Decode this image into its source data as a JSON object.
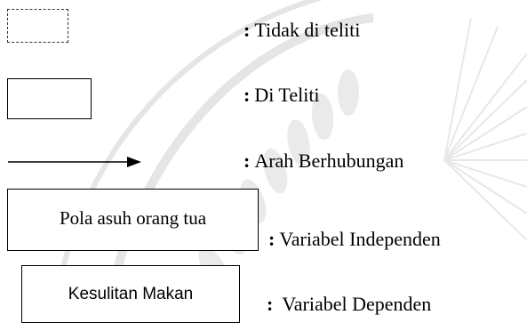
{
  "legend": {
    "not_examined": {
      "colon": ":",
      "text": "Tidak di teliti"
    },
    "examined": {
      "colon": ":",
      "text": "Di Teliti"
    },
    "relationship": {
      "colon": ":",
      "text": "Arah Berhubungan"
    },
    "independent": {
      "box_label": "Pola asuh orang tua",
      "colon": ":",
      "text": "Variabel Independen"
    },
    "dependent": {
      "box_label": "Kesulitan Makan",
      "colon": ":",
      "text": "Variabel Dependen"
    }
  },
  "colors": {
    "ink": "#000000",
    "watermark": "#c8c8c8"
  }
}
